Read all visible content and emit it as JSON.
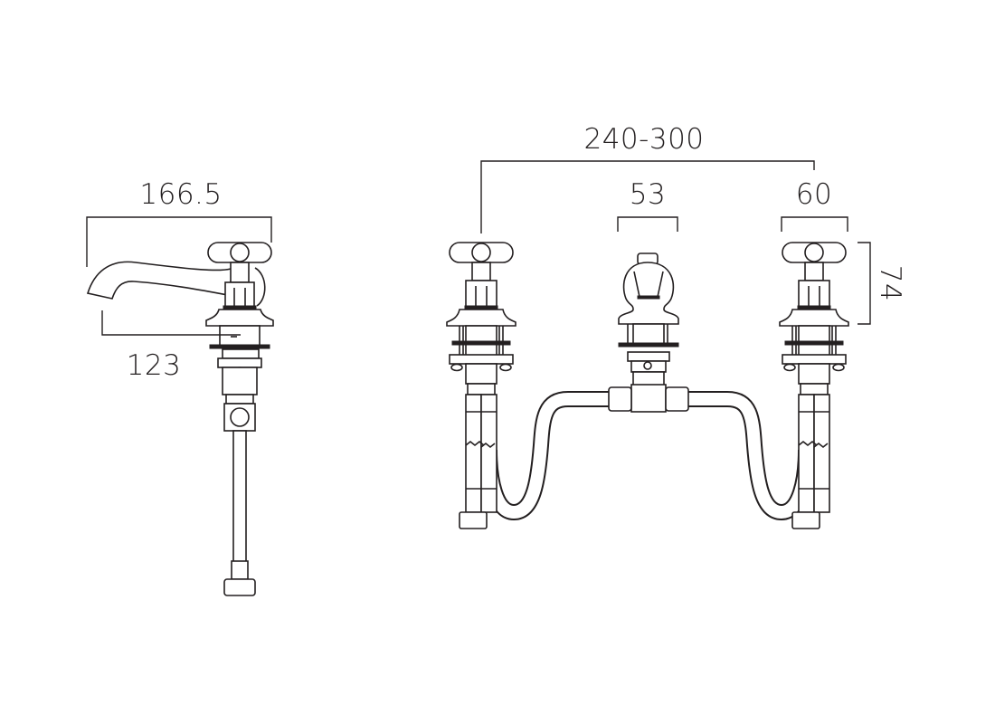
{
  "dimensions": {
    "side_width": "166.5",
    "side_reach": "123",
    "centres": "240-300",
    "spout_width": "53",
    "handle_width": "60",
    "handle_height": "74"
  },
  "colors": {
    "line": "#231f20",
    "background": "#ffffff"
  }
}
